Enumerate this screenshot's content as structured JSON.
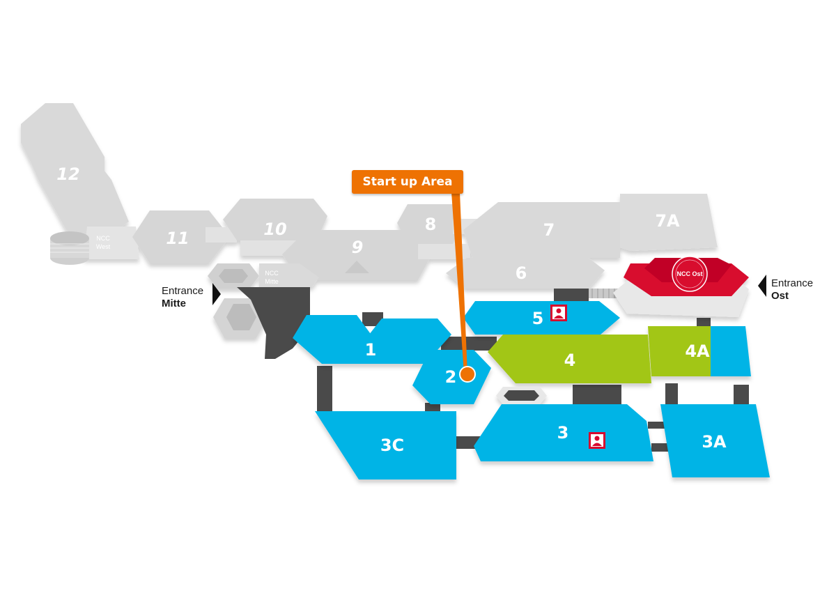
{
  "halls": {
    "h12": "12",
    "h11": "11",
    "h10": "10",
    "h9": "9",
    "h8": "8",
    "h7": "7",
    "h7a": "7A",
    "h6": "6",
    "h5": "5",
    "h4": "4",
    "h4a": "4A",
    "h3": "3",
    "h3a": "3A",
    "h3c": "3C",
    "h2": "2",
    "h1": "1"
  },
  "ncc": {
    "west_line1": "NCC",
    "west_line2": "West",
    "mitte_line1": "NCC",
    "mitte_line2": "Mitte",
    "ost": "NCC Ost"
  },
  "entrances": {
    "mitte_line1": "Entrance",
    "mitte_line2": "Mitte",
    "ost_line1": "Entrance",
    "ost_line2": "Ost"
  },
  "callout": {
    "label": "Start up Area"
  },
  "colors": {
    "blue": "#00b4e6",
    "green": "#a2c617",
    "grey": "#d7d7d7",
    "dark": "#4a4a4a",
    "red": "#d8092e",
    "orange": "#ee7203"
  },
  "icons": [
    "person-icon",
    "person-icon",
    "entrance-arrow-icon",
    "entrance-arrow-icon",
    "location-pin-icon"
  ]
}
